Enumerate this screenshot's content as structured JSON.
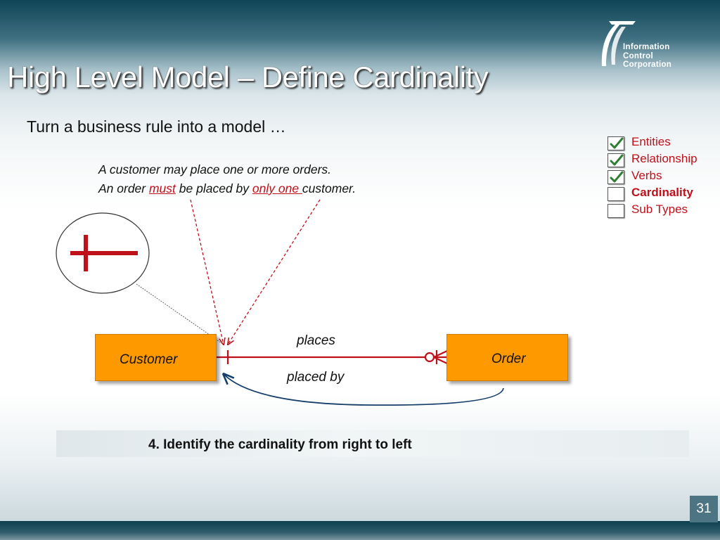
{
  "slide": {
    "title": "High Level Model – Define Cardinality",
    "subtitle": "Turn a business rule into a model …",
    "page_number": "31"
  },
  "logo": {
    "lines": [
      "Information",
      "Control",
      "Corporation"
    ]
  },
  "rule": {
    "line1": "A customer may place one or more orders.",
    "line2_part1": "An order ",
    "line2_must": "must",
    "line2_part2": " be placed by ",
    "line2_only_one": "only one ",
    "line2_part3": "customer."
  },
  "checklist": [
    {
      "label": "Entities",
      "checked": true
    },
    {
      "label": "Relationship",
      "checked": true
    },
    {
      "label": "Verbs",
      "checked": true
    },
    {
      "label": "Cardinality",
      "checked": false,
      "bold": true
    },
    {
      "label": "Sub Types",
      "checked": false
    }
  ],
  "diagram": {
    "entities": [
      {
        "name": "Customer"
      },
      {
        "name": "Order"
      }
    ],
    "relationship_labels": {
      "forward": "places",
      "backward": "placed by"
    },
    "colors": {
      "entity": "#ff9900",
      "relationship": "#c0101a",
      "arrow": "#163e6b",
      "pointer": "#c0101a"
    }
  },
  "banner": {
    "text": "4. Identify the cardinality from right to left"
  }
}
